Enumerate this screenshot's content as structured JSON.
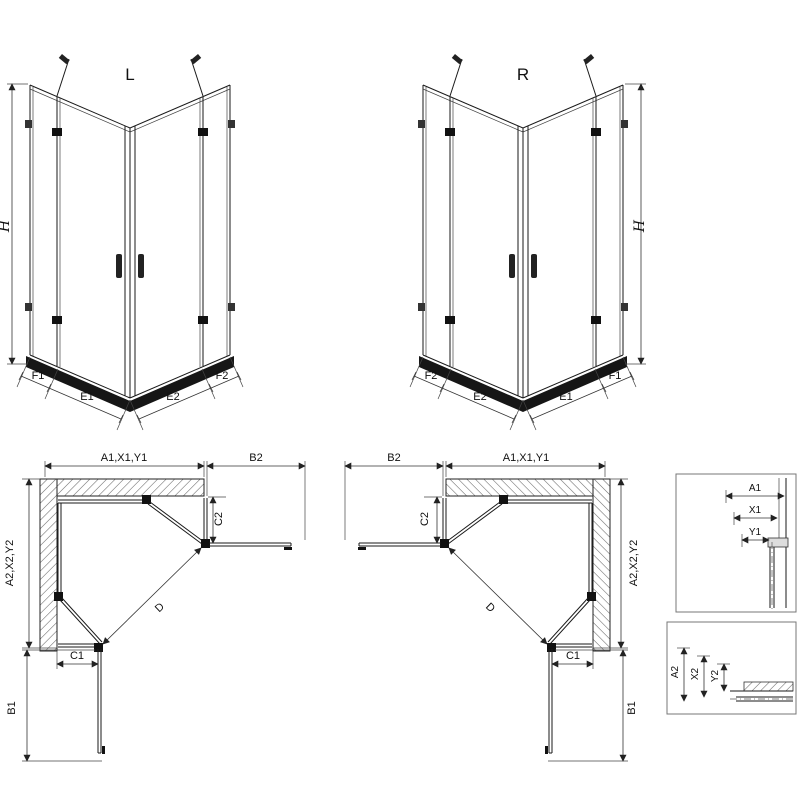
{
  "views": {
    "left_3d": {
      "label": "L",
      "height_dim": "H",
      "bottom_dims": [
        "F1",
        "E1",
        "E2",
        "F2"
      ]
    },
    "right_3d": {
      "label": "R",
      "height_dim": "H",
      "bottom_dims": [
        "F2",
        "E2",
        "E1",
        "F1"
      ]
    },
    "left_plan": {
      "top_left": "A1,X1,Y1",
      "top_right": "B2",
      "side_upper": "C2",
      "side_full": "A2,X2,Y2",
      "diagonal": "D",
      "bottom_inner": "C1",
      "bottom_outer": "B1"
    },
    "right_plan": {
      "top_left": "B2",
      "top_right": "A1,X1,Y1",
      "side_upper": "C2",
      "side_full": "A2,X2,Y2",
      "diagonal": "D",
      "bottom_inner": "C1",
      "bottom_outer": "B1"
    },
    "detail_wall_profile": {
      "dims": [
        "A1",
        "X1",
        "Y1"
      ]
    },
    "detail_floor_profile": {
      "dims": [
        "A2",
        "X2",
        "Y2"
      ]
    }
  },
  "colors": {
    "line": "#1a1a1a",
    "hatch": "#666",
    "background": "#ffffff"
  }
}
